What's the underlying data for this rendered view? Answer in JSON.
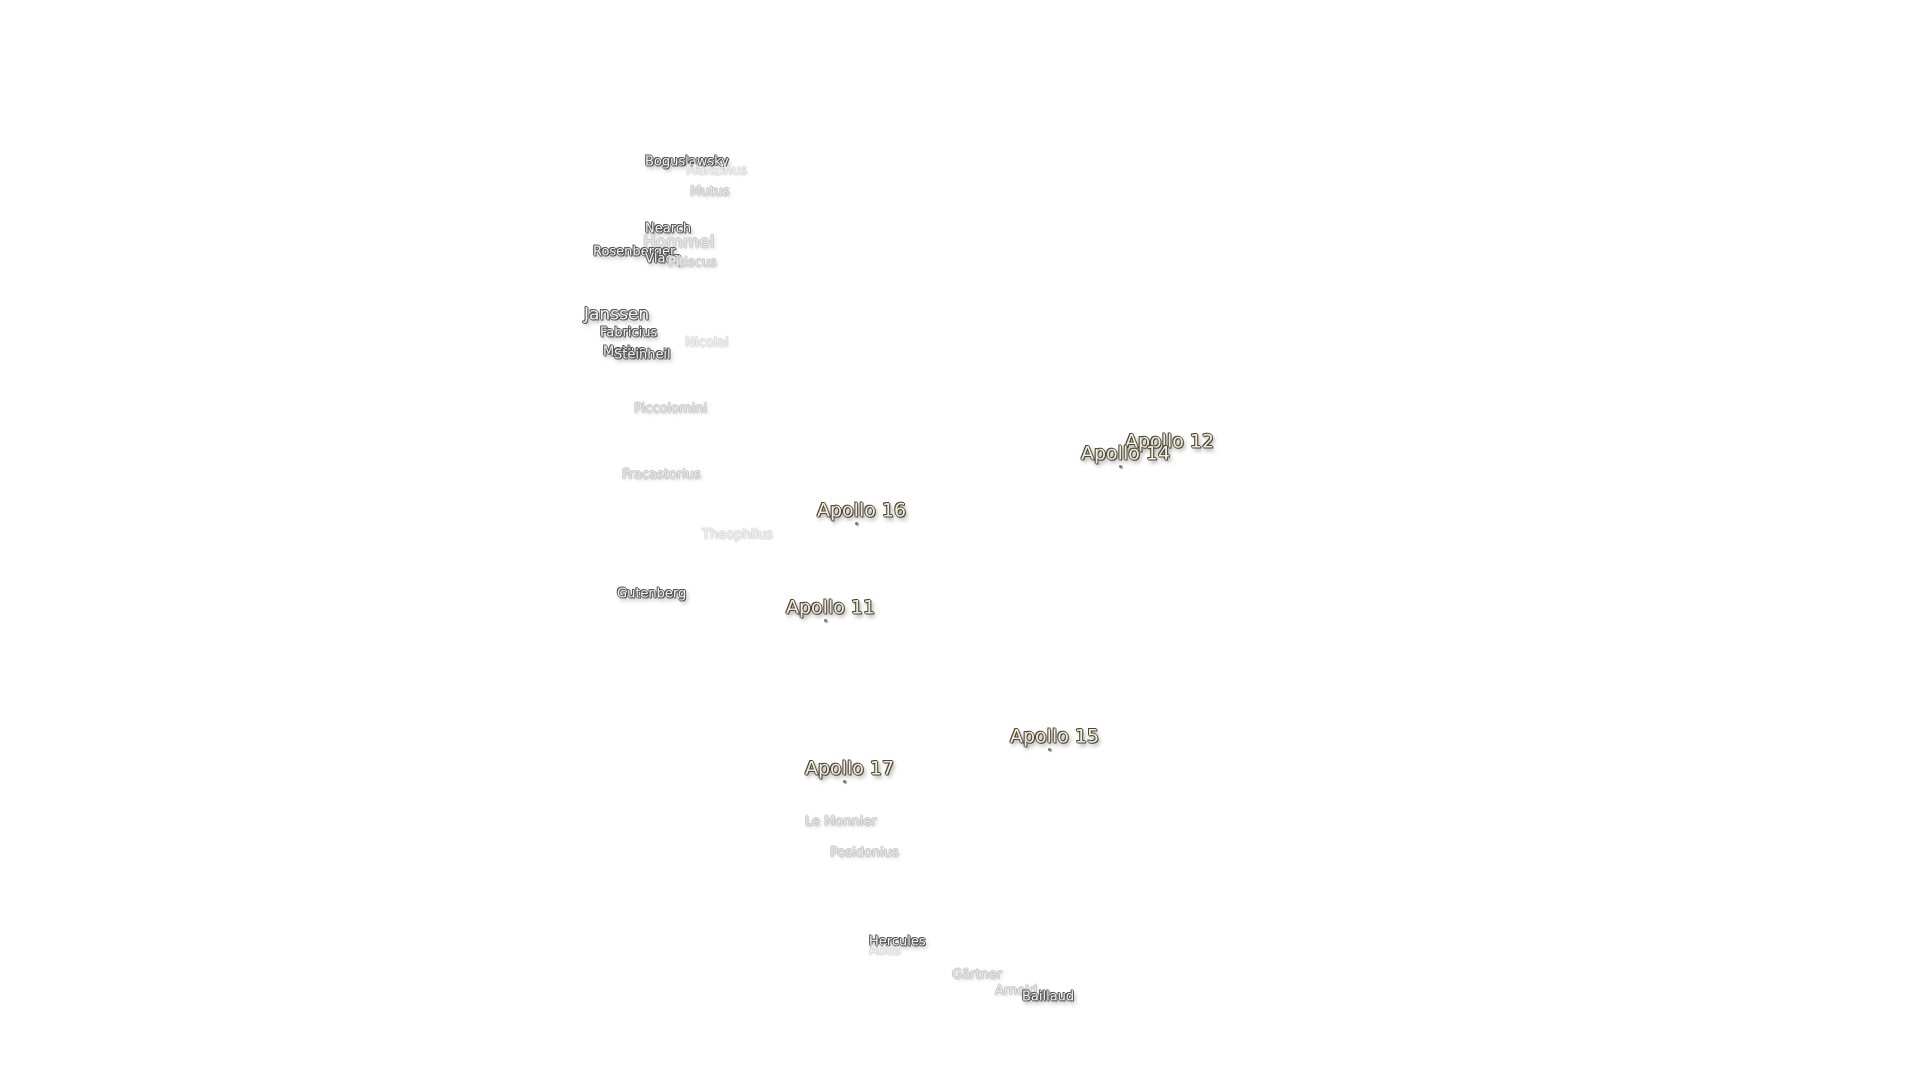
{
  "craters": [
    {
      "id": "boguslawsky",
      "name": "Boguslawsky",
      "style": "normal"
    },
    {
      "id": "manzinus",
      "name": "Manzinus",
      "style": "very-faint"
    },
    {
      "id": "mutus",
      "name": "Mutus",
      "style": "faint"
    },
    {
      "id": "nearch",
      "name": "Nearch",
      "style": "normal"
    },
    {
      "id": "hommel",
      "name": "Hommel",
      "style": "faint"
    },
    {
      "id": "rosenberger",
      "name": "Rosenberger",
      "style": "normal"
    },
    {
      "id": "vlacq",
      "name": "Vlacq",
      "style": "normal"
    },
    {
      "id": "pitiscus",
      "name": "Pitiscus",
      "style": "faint"
    },
    {
      "id": "janssen",
      "name": "Janssen",
      "style": "big"
    },
    {
      "id": "fabricius",
      "name": "Fabricius",
      "style": "normal"
    },
    {
      "id": "nicolai",
      "name": "Nicolai",
      "style": "very-faint"
    },
    {
      "id": "metius",
      "name": "Metius",
      "style": "normal"
    },
    {
      "id": "steinheil",
      "name": "Steinheil",
      "style": "normal"
    },
    {
      "id": "piccolomini",
      "name": "Piccolomini",
      "style": "faint"
    },
    {
      "id": "fracastorius",
      "name": "Fracastorius",
      "style": "faint"
    },
    {
      "id": "theophilus",
      "name": "Theophilus",
      "style": "very-faint"
    },
    {
      "id": "gutenberg",
      "name": "Gutenberg",
      "style": "normal"
    },
    {
      "id": "le-monnier",
      "name": "Le Monnier",
      "style": "faint"
    },
    {
      "id": "posidonius",
      "name": "Posidonius",
      "style": "faint"
    },
    {
      "id": "hercules",
      "name": "Hercules",
      "style": "normal"
    },
    {
      "id": "atlas",
      "name": "Atlas",
      "style": "very-faint"
    },
    {
      "id": "gartner",
      "name": "Gärtner",
      "style": "faint"
    },
    {
      "id": "arnold",
      "name": "Arnold",
      "style": "faint"
    },
    {
      "id": "baillaud",
      "name": "Baillaud",
      "style": "normal"
    }
  ],
  "landing_sites": [
    {
      "id": "apollo-12",
      "name": "Apollo 12"
    },
    {
      "id": "apollo-14",
      "name": "Apollo 14"
    },
    {
      "id": "apollo-16",
      "name": "Apollo 16"
    },
    {
      "id": "apollo-11",
      "name": "Apollo 11"
    },
    {
      "id": "apollo-15",
      "name": "Apollo 15"
    },
    {
      "id": "apollo-17",
      "name": "Apollo 17"
    }
  ]
}
